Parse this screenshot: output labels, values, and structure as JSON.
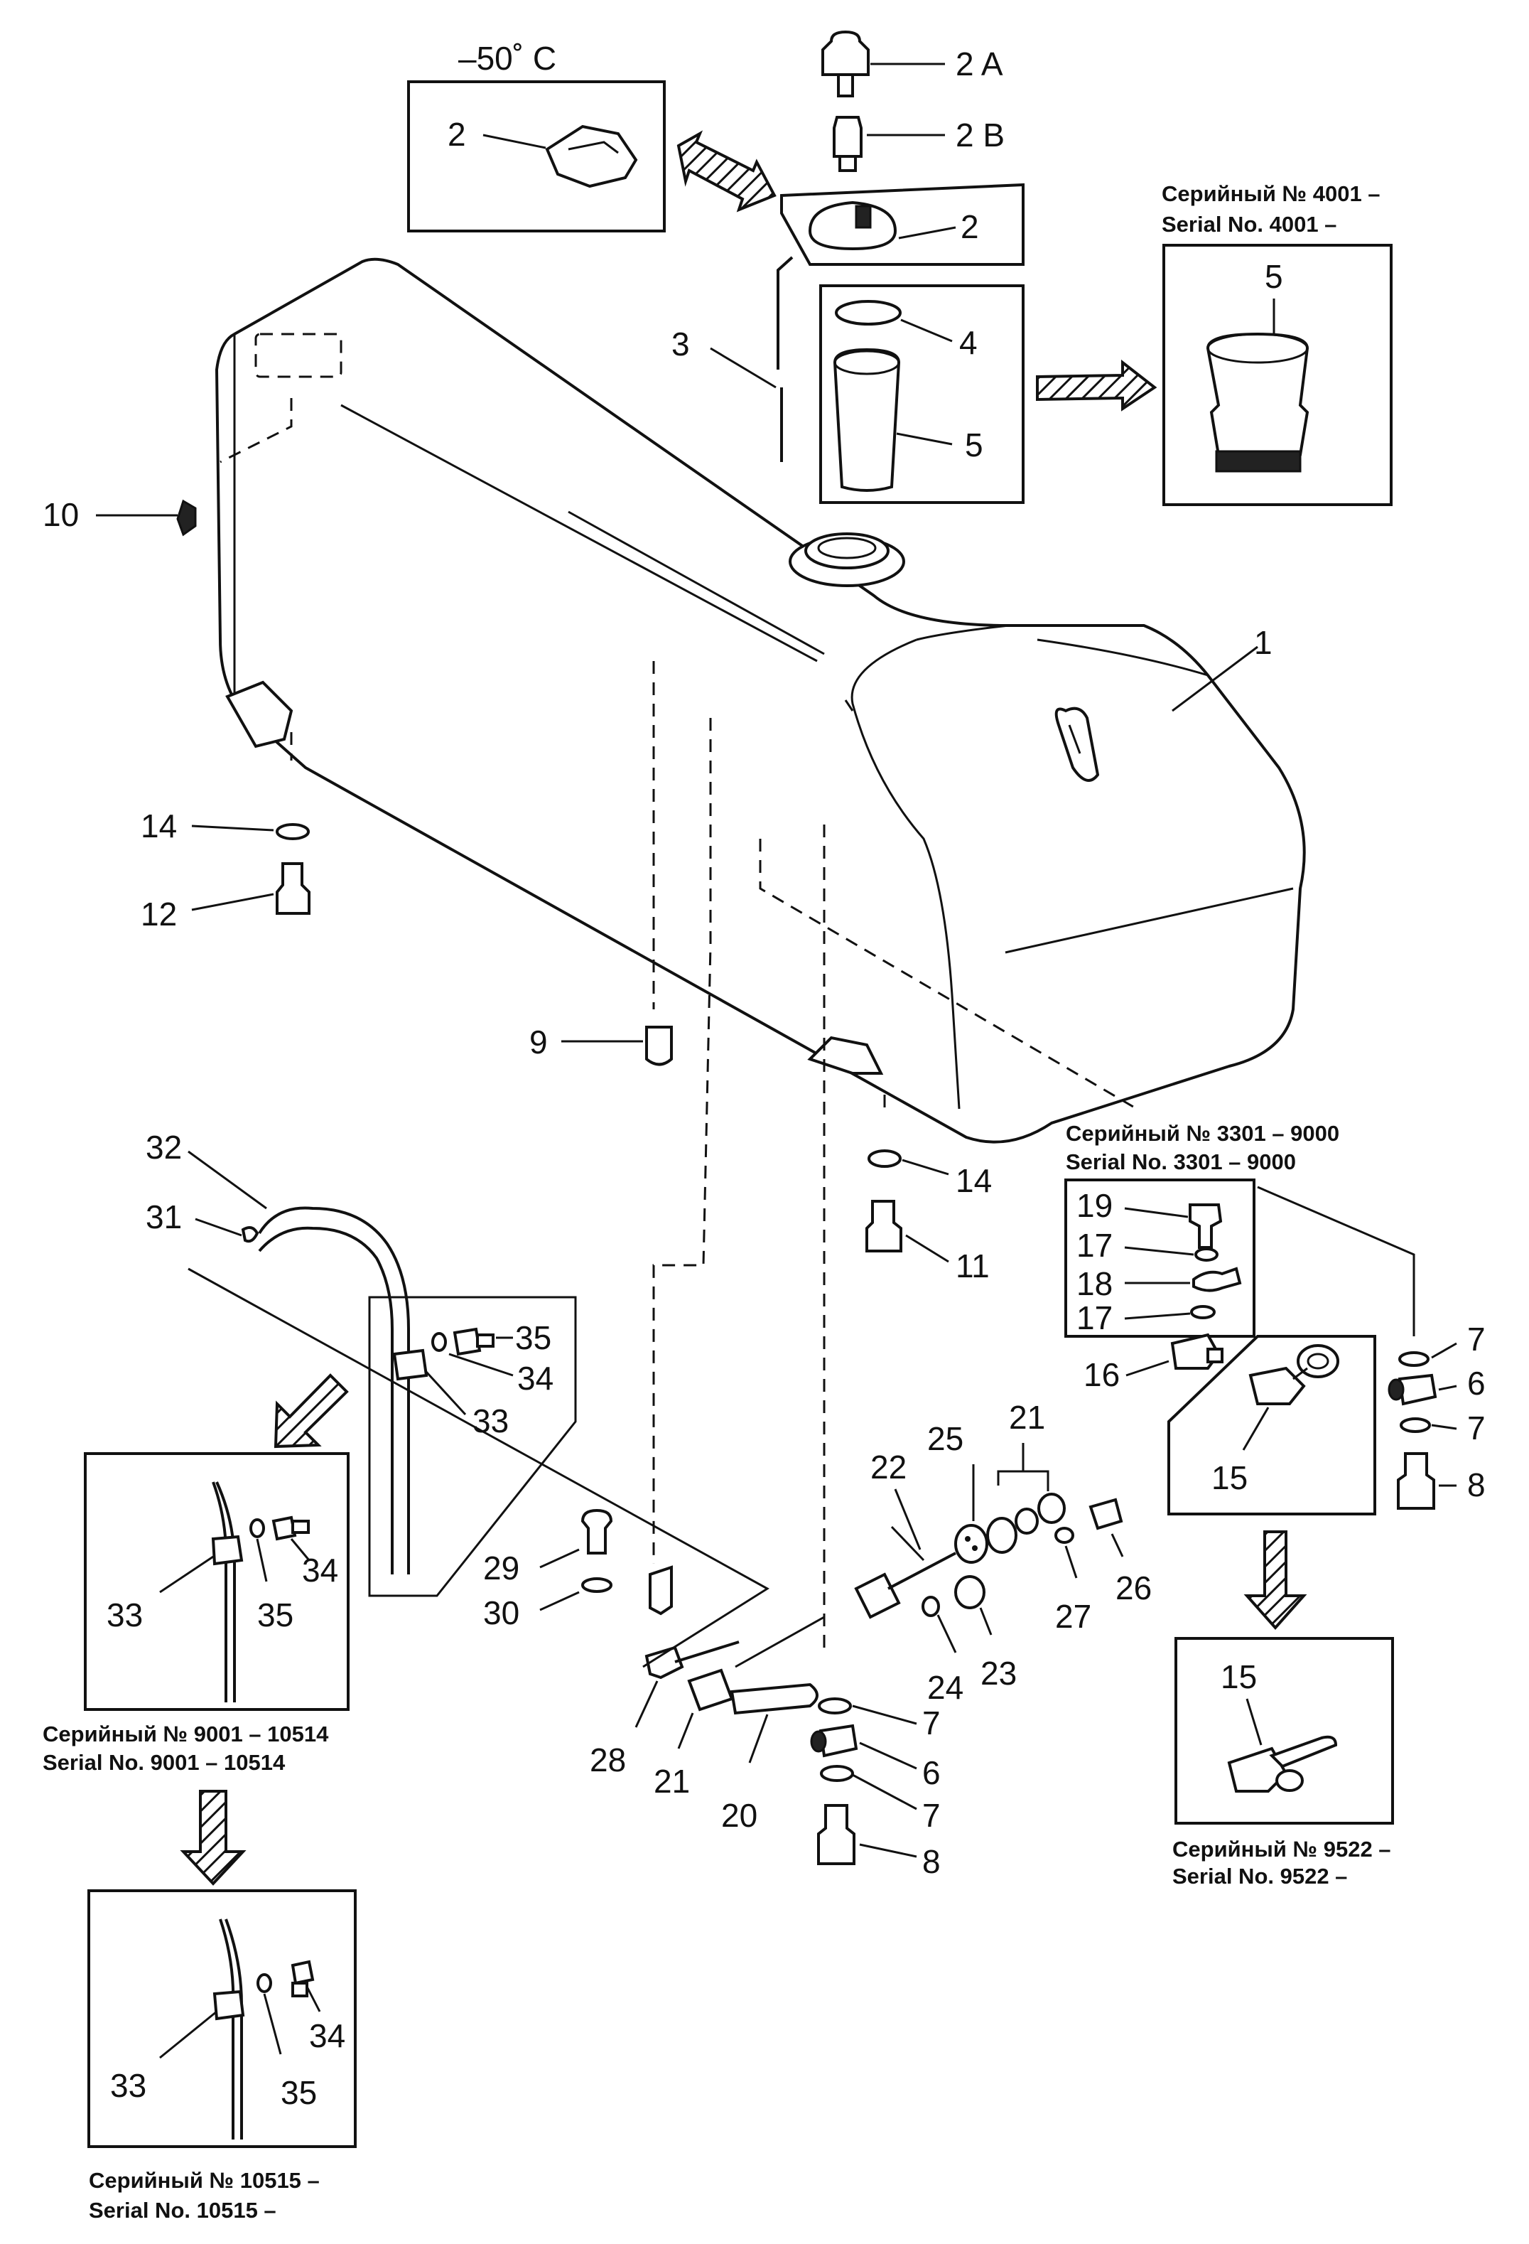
{
  "temperature_label": "–50˚ C",
  "captions": {
    "serial_4001_ru": "Серийный № 4001 –",
    "serial_4001_en": "Serial No. 4001 –",
    "serial_3301_ru": "Серийный № 3301 – 9000",
    "serial_3301_en": "Serial No. 3301 – 9000",
    "serial_9001_ru": "Серийный № 9001 – 10514",
    "serial_9001_en": "Serial No. 9001 – 10514",
    "serial_9522_ru": "Серийный № 9522 –",
    "serial_9522_en": "Serial No. 9522 –",
    "serial_10515_ru": "Серийный № 10515 –",
    "serial_10515_en": "Serial No. 10515 –"
  },
  "callouts": {
    "c1": "1",
    "c2a": "2 A",
    "c2b": "2 B",
    "c2_cap": "2",
    "c2_inset": "2",
    "c3": "3",
    "c4": "4",
    "c5": "5",
    "c5_inset": "5",
    "c6_top": "6",
    "c6_bot": "6",
    "c7_a": "7",
    "c7_b": "7",
    "c7_c": "7",
    "c7_d": "7",
    "c8_top": "8",
    "c8_bot": "8",
    "c9": "9",
    "c10": "10",
    "c11": "11",
    "c12": "12",
    "c14_left": "14",
    "c14_right": "14",
    "c15": "15",
    "c15_inset": "15",
    "c16": "16",
    "c17_a": "17",
    "c17_b": "17",
    "c18": "18",
    "c19": "19",
    "c20": "20",
    "c21_top": "21",
    "c21_bot": "21",
    "c22": "22",
    "c23": "23",
    "c24": "24",
    "c25": "25",
    "c26": "26",
    "c27": "27",
    "c28": "28",
    "c29": "29",
    "c30": "30",
    "c31": "31",
    "c32": "32",
    "c33": "33",
    "c33_i1": "33",
    "c33_i2": "33",
    "c34": "34",
    "c34_i1": "34",
    "c34_i2": "34",
    "c35": "35",
    "c35_i1": "35",
    "c35_i2": "35"
  }
}
